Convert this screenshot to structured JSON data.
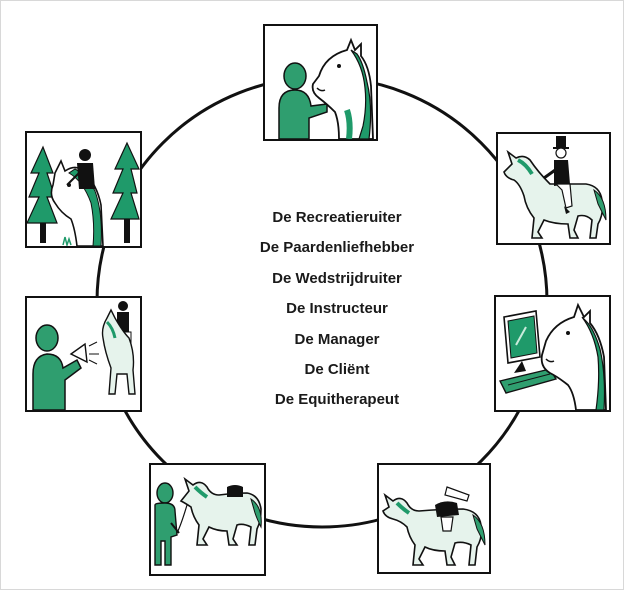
{
  "roles": [
    "De Recreatieruiter",
    "De Paardenliefhebber",
    "De Wedstrijdruiter",
    "De Instructeur",
    "De Manager",
    "De Cliënt",
    "De Equitherapeut"
  ],
  "colors": {
    "accent_green": "#1f9a6a",
    "light_green": "#c9eadb",
    "ink": "#111111",
    "circle": "#111111"
  },
  "panels": [
    {
      "icon": "person-petting-horse-icon"
    },
    {
      "icon": "dressage-rider-icon"
    },
    {
      "icon": "horse-computer-manager-icon"
    },
    {
      "icon": "saddled-horse-client-icon"
    },
    {
      "icon": "person-leading-horse-icon"
    },
    {
      "icon": "instructor-megaphone-icon"
    },
    {
      "icon": "forest-trail-rider-icon"
    }
  ]
}
